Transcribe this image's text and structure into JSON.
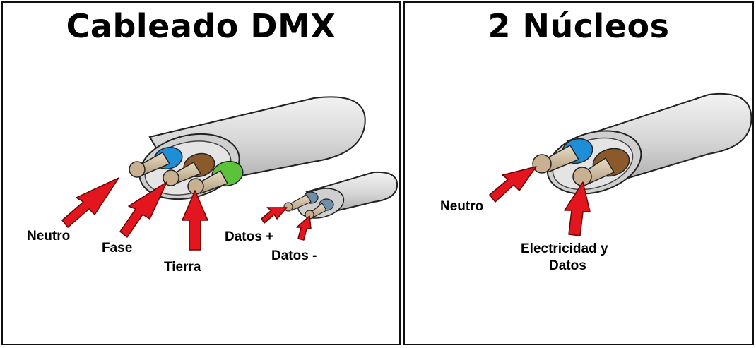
{
  "left_panel": {
    "title": "Cableado DMX",
    "labels": {
      "neutro": "Neutro",
      "fase": "Fase",
      "tierra": "Tierra",
      "datos_plus": "Datos +",
      "datos_minus": "Datos -"
    }
  },
  "right_panel": {
    "title": "2 Núcleos",
    "labels": {
      "neutro": "Neutro",
      "electricidad_line1": "Electricidad y",
      "electricidad_line2": "Datos"
    }
  },
  "colors": {
    "arrow": "#e3161f",
    "jacket": "#d9d9d9",
    "blue_core": "#1e8fd6",
    "brown_core": "#8a5a2b",
    "green_core": "#5cc23a",
    "copper": "#c9b79c",
    "data_blue": "#6f8ea8"
  }
}
